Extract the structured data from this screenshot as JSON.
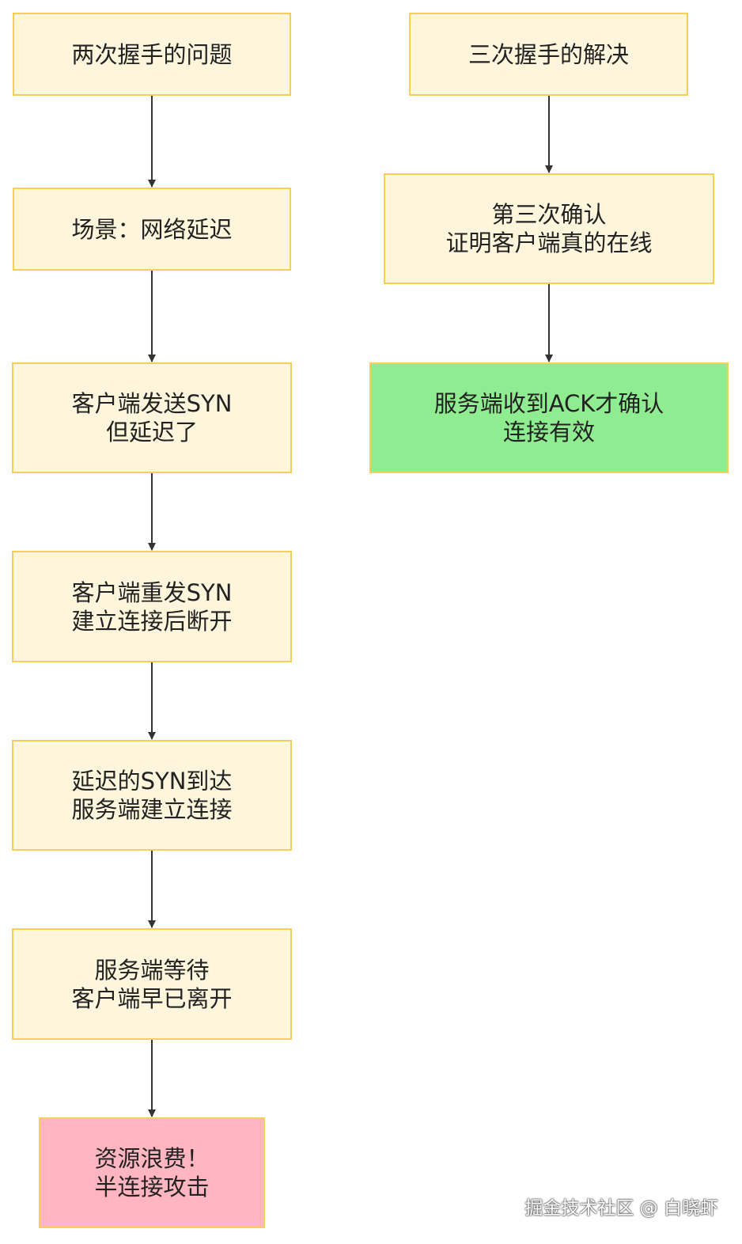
{
  "left_chain": [
    {
      "id": "l1",
      "lines": [
        "两次握手的问题"
      ]
    },
    {
      "id": "l2",
      "lines": [
        "场景：网络延迟"
      ]
    },
    {
      "id": "l3",
      "lines": [
        "客户端发送SYN",
        "但延迟了"
      ]
    },
    {
      "id": "l4",
      "lines": [
        "客户端重发SYN",
        "建立连接后断开"
      ]
    },
    {
      "id": "l5",
      "lines": [
        "延迟的SYN到达",
        "服务端建立连接"
      ]
    },
    {
      "id": "l6",
      "lines": [
        "服务端等待",
        "客户端早已离开"
      ]
    },
    {
      "id": "l7",
      "lines": [
        "资源浪费！",
        "半连接攻击"
      ]
    }
  ],
  "right_chain": [
    {
      "id": "r1",
      "lines": [
        "三次握手的解决"
      ]
    },
    {
      "id": "r2",
      "lines": [
        "第三次确认",
        "证明客户端真的在线"
      ]
    },
    {
      "id": "r3",
      "lines": [
        "服务端收到ACK才确认",
        "连接有效"
      ]
    }
  ],
  "watermark": "掘金技术社区 @ 白晓虾",
  "colors": {
    "node_fill": "#fdf6dc",
    "node_border": "#f5cf5a",
    "success_fill": "#90ec90",
    "danger_fill": "#ffb6c1",
    "edge": "#333333"
  }
}
